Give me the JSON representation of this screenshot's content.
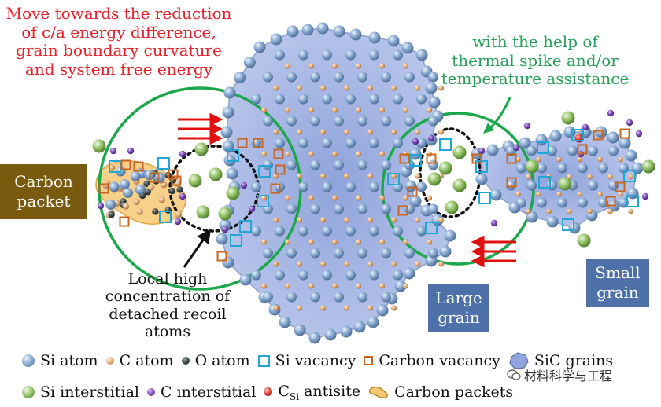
{
  "notes": {
    "red": [
      "Move towards the reduction",
      "of c/a energy difference,",
      "grain boundary curvature",
      "and system free energy"
    ],
    "green": [
      "with the help of",
      "thermal spike and/or",
      "temperature assistance"
    ],
    "local": [
      "Local high",
      "concentration of",
      "detached recoil atoms"
    ]
  },
  "labels": {
    "carbon_packet": [
      "Carbon",
      "packet"
    ],
    "large_grain": [
      "Large",
      "grain"
    ],
    "small_grain": [
      "Small",
      "grain"
    ]
  },
  "legend": {
    "row1": [
      {
        "symbol": "si-ball",
        "label": "Si atom"
      },
      {
        "symbol": "c-ball",
        "label": "C atom"
      },
      {
        "symbol": "o-ball",
        "label": "O atom"
      },
      {
        "symbol": "si-vacancy",
        "label": "Si vacancy"
      },
      {
        "symbol": "c-vacancy",
        "label": "Carbon vacancy"
      },
      {
        "symbol": "grain-shape",
        "label": "SiC grains"
      }
    ],
    "row2": [
      {
        "symbol": "si-interstitial",
        "label": "Si interstitial"
      },
      {
        "symbol": "c-interstitial",
        "label": "C interstitial"
      },
      {
        "symbol": "antisite",
        "label": "C",
        "sub": "Si",
        "suffix": " antisite"
      },
      {
        "symbol": "packet-shape",
        "label": "Carbon packets"
      }
    ]
  },
  "watermark": "材料科学与工程",
  "colors": {
    "red_text": "#e8202a",
    "green_text": "#2aa05a",
    "circle_green": "#1aa84a",
    "grain_fill": "#a9b9e3",
    "si_atom": "#7d9cc4",
    "c_atom": "#e0ae7d",
    "o_atom": "#3c4a48",
    "si_vacancy": "#22a6d6",
    "c_vacancy": "#c9651f",
    "si_interstitial": "#8fc060",
    "c_interstitial": "#7a43b8",
    "antisite": "#e0302a",
    "packet_fill": "#f5c36a",
    "arrow_red": "#e01010",
    "label_brown": "#7a5a0e",
    "label_blue": "#4d71a8"
  }
}
